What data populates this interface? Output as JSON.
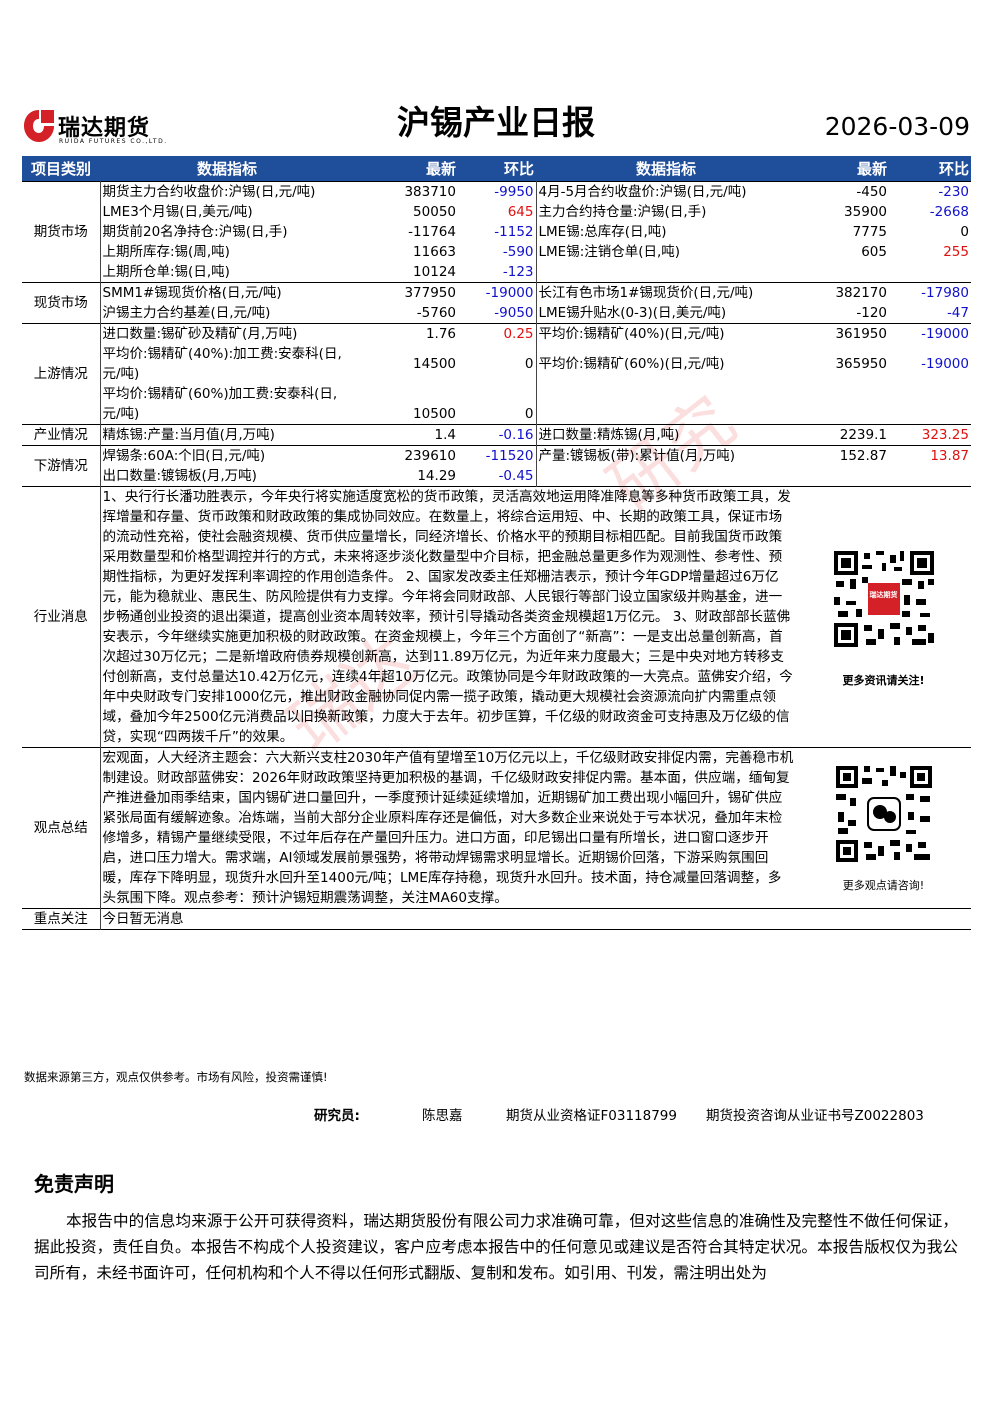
{
  "header": {
    "logo_cn": "瑞达期货",
    "logo_en": "RUIDA FUTURES CO.,LTD.",
    "title": "沪锡产业日报",
    "date": "2026-03-09"
  },
  "table": {
    "headers": [
      "项目类别",
      "数据指标",
      "最新",
      "环比",
      "数据指标",
      "最新",
      "环比"
    ],
    "sections": {
      "futures": {
        "category": "期货市场",
        "rows": [
          {
            "l_name": "期货主力合约收盘价:沪锡(日,元/吨)",
            "l_val": "383710",
            "l_chg": "-9950",
            "r_name": "4月-5月合约收盘价:沪锡(日,元/吨)",
            "r_val": "-450",
            "r_chg": "-230"
          },
          {
            "l_name": "LME3个月锡(日,美元/吨)",
            "l_val": "50050",
            "l_chg": "645",
            "r_name": "主力合约持仓量:沪锡(日,手)",
            "r_val": "35900",
            "r_chg": "-2668"
          },
          {
            "l_name": "期货前20名净持仓:沪锡(日,手)",
            "l_val": "-11764",
            "l_chg": "-1152",
            "r_name": "LME锡:总库存(日,吨)",
            "r_val": "7775",
            "r_chg": "0"
          },
          {
            "l_name": "上期所库存:锡(周,吨)",
            "l_val": "11663",
            "l_chg": "-590",
            "r_name": "LME锡:注销仓单(日,吨)",
            "r_val": "605",
            "r_chg": "255"
          },
          {
            "l_name": "上期所仓单:锡(日,吨)",
            "l_val": "10124",
            "l_chg": "-123",
            "r_name": "",
            "r_val": "",
            "r_chg": ""
          }
        ]
      },
      "spot": {
        "category": "现货市场",
        "rows": [
          {
            "l_name": "SMM1#锡现货价格(日,元/吨)",
            "l_val": "377950",
            "l_chg": "-19000",
            "r_name": "长江有色市场1#锡现货价(日,元/吨)",
            "r_val": "382170",
            "r_chg": "-17980"
          },
          {
            "l_name": "沪锡主力合约基差(日,元/吨)",
            "l_val": "-5760",
            "l_chg": "-9050",
            "r_name": "LME锡升贴水(0-3)(日,美元/吨)",
            "r_val": "-120",
            "r_chg": "-47"
          }
        ]
      },
      "upstream": {
        "category": "上游情况",
        "rows": [
          {
            "l_name": "进口数量:锡矿砂及精矿(月,万吨)",
            "l_val": "1.76",
            "l_chg": "0.25",
            "r_name": "平均价:锡精矿(40%)(日,元/吨)",
            "r_val": "361950",
            "r_chg": "-19000"
          },
          {
            "l_name": "平均价:锡精矿(40%):加工费:安泰科(日,元/吨)",
            "l_val": "14500",
            "l_chg": "0",
            "r_name": "平均价:锡精矿(60%)(日,元/吨)",
            "r_val": "365950",
            "r_chg": "-19000"
          },
          {
            "l_name": "平均价:锡精矿(60%)加工费:安泰科(日,元/吨)",
            "l_val": "10500",
            "l_chg": "0",
            "r_name": "",
            "r_val": "",
            "r_chg": ""
          }
        ]
      },
      "industry": {
        "category": "产业情况",
        "rows": [
          {
            "l_name": "精炼锡:产量:当月值(月,万吨)",
            "l_val": "1.4",
            "l_chg": "-0.16",
            "r_name": "进口数量:精炼锡(月,吨)",
            "r_val": "2239.1",
            "r_chg": "323.25"
          }
        ]
      },
      "downstream": {
        "category": "下游情况",
        "rows": [
          {
            "l_name": "焊锡条:60A:个旧(日,元/吨)",
            "l_val": "239610",
            "l_chg": "-11520",
            "r_name": "产量:镀锡板(带):累计值(月,万吨)",
            "r_val": "152.87",
            "r_chg": "13.87"
          },
          {
            "l_name": "出口数量:镀锡板(月,万吨)",
            "l_val": "14.29",
            "l_chg": "-0.45",
            "r_name": "",
            "r_val": "",
            "r_chg": ""
          }
        ]
      }
    },
    "news": {
      "category": "行业消息",
      "text": "1、央行行长潘功胜表示，今年央行将实施适度宽松的货币政策，灵活高效地运用降准降息等多种货币政策工具，发挥增量和存量、货币政策和财政政策的集成协同效应。在数量上，将综合运用短、中、长期的政策工具，保证市场的流动性充裕，使社会融资规模、货币供应量增长，同经济增长、价格水平的预期目标相匹配。目前我国货币政策采用数量型和价格型调控并行的方式，未来将逐步淡化数量型中介目标，把金融总量更多作为观测性、参考性、预期性指标，为更好发挥利率调控的作用创造条件。 2、国家发改委主任郑栅洁表示，预计今年GDP增量超过6万亿元，能为稳就业、惠民生、防风险提供有力支撑。今年将会同财政部、人民银行等部门设立国家级并购基金，进一步畅通创业投资的退出渠道，提高创业资本周转效率，预计引导撬动各类资金规模超1万亿元。 3、财政部部长蓝佛安表示，今年继续实施更加积极的财政政策。在资金规模上，今年三个方面创了“新高”：一是支出总量创新高，首次超过30万亿元；二是新增政府债券规模创新高，达到11.89万亿元，为近年来力度最大；三是中央对地方转移支付创新高，支付总量达10.42万亿元，连续4年超10万亿元。政策协同是今年财政政策的一大亮点。蓝佛安介绍，今年中央财政专门安排1000亿元，推出财政金融协同促内需一揽子政策，撬动更大规模社会资源流向扩内需重点领域，叠加今年2500亿元消费品以旧换新政策，力度大于去年。初步匡算，千亿级的财政资金可支持惠及万亿级的信贷，实现“四两拨千斤”的效果。",
      "qr_caption": "更多资讯请关注!",
      "qr_badge": "瑞达期货"
    },
    "view": {
      "category": "观点总结",
      "text": "宏观面，人大经济主题会：六大新兴支柱2030年产值有望增至10万亿元以上，千亿级财政安排促内需，完善稳市机制建设。财政部蓝佛安：2026年财政政策坚持更加积极的基调，千亿级财政安排促内需。基本面，供应端，缅甸复产推进叠加雨季结束，国内锡矿进口量回升，一季度预计延续延续增加，近期锡矿加工费出现小幅回升，锡矿供应紧张局面有缓解迹象。冶炼端，当前大部分企业原料库存还是偏低，对大多数企业来说处于亏本状况，叠加年末检修增多，精锡产量继续受限，不过年后存在产量回升压力。进口方面，印尼锡出口量有所增长，进口窗口逐步开启，进口压力增大。需求端，AI领域发展前景强势，将带动焊锡需求明显增长。近期锡价回落，下游采购氛围回暖，库存下降明显，现货升水回升至1400元/吨；LME库存持稳，现货升水回升。技术面，持仓减量回落调整，多头氛围下降。观点参考：预计沪锡短期震荡调整，关注MA60支撑。",
      "qr_caption": "更多观点请咨询!"
    },
    "focus": {
      "category": "重点关注",
      "text": "今日暂无消息"
    }
  },
  "footer": {
    "note": "数据来源第三方，观点仅供参考。市场有风险，投资需谨慎!",
    "researcher_label": "研究员:",
    "researcher_name": "陈思嘉",
    "cert1": "期货从业资格证F03118799",
    "cert2": "期货投资咨询从业证书号Z0022803"
  },
  "disclaimer": {
    "title": "免责声明",
    "body": "本报告中的信息均来源于公开可获得资料，瑞达期货股份有限公司力求准确可靠，但对这些信息的准确性及完整性不做任何保证，据此投资，责任自负。本报告不构成个人投资建议，客户应考虑本报告中的任何意见或建议是否符合其特定状况。本报告版权仅为我公司所有，未经书面许可，任何机构和个人不得以任何形式翻版、复制和发布。如引用、刊发，需注明出处为"
  },
  "colors": {
    "header_bg": "#1f4e9a",
    "negative": "#1111cc",
    "positive": "#e01010",
    "logo_red": "#d42027"
  }
}
